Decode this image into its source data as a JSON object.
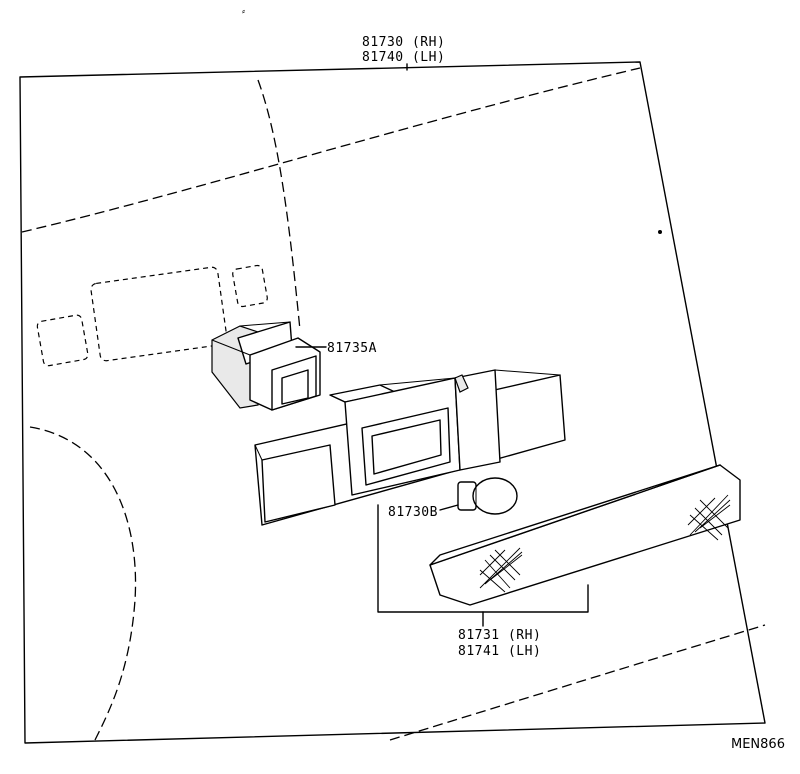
{
  "callouts": {
    "main_rh": "81730 (RH)",
    "main_lh": "81740 (LH)",
    "socket": "81735A",
    "bulb": "81730B",
    "lens_rh": "81731 (RH)",
    "lens_lh": "81741 (LH)"
  },
  "diagram_code": "MEN866"
}
